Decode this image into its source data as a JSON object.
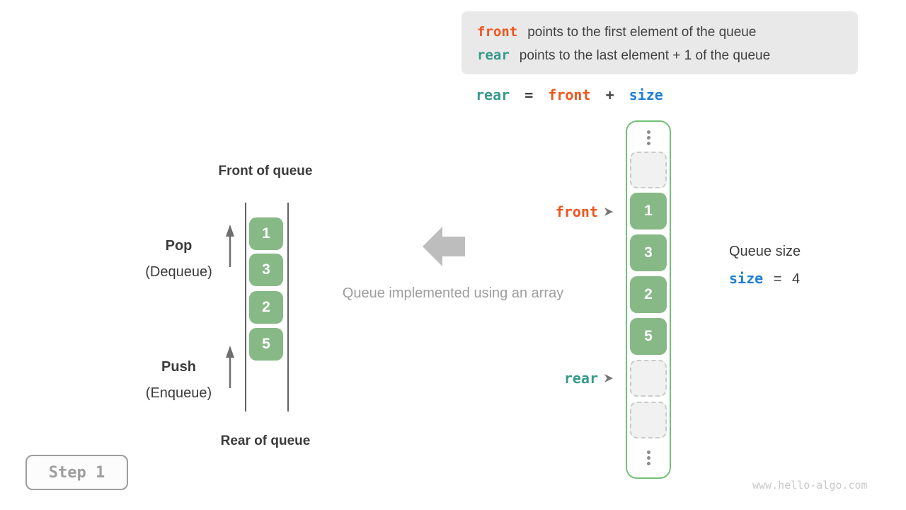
{
  "colors": {
    "front_orange": "#ef561d",
    "rear_teal": "#35998b",
    "size_blue": "#1e7fd6",
    "cell_green": "#87b987",
    "array_border_green": "#74c078",
    "muted_gray": "#9e9e9e",
    "dark_text": "#3b3b3b",
    "info_box_bg": "#e9e9e9"
  },
  "info_box": {
    "lines": [
      {
        "keyword": "front",
        "text": "points to the first element of the queue"
      },
      {
        "keyword": "rear",
        "text": "points to the last element + 1 of the queue"
      }
    ]
  },
  "formula": {
    "lhs": "rear",
    "eq": "=",
    "mid": "front",
    "op": "+",
    "rhs": "size"
  },
  "left_queue": {
    "front_title": "Front of queue",
    "rear_title": "Rear of queue",
    "pop_label": "Pop",
    "pop_sub": "(Dequeue)",
    "push_label": "Push",
    "push_sub": "(Enqueue)",
    "values": [
      "1",
      "3",
      "2",
      "5"
    ]
  },
  "middle": {
    "caption": "Queue implemented using an array"
  },
  "array_view": {
    "front_pointer": "front",
    "rear_pointer": "rear",
    "cells": [
      {
        "type": "ellipsis"
      },
      {
        "type": "empty"
      },
      {
        "type": "filled",
        "value": "1"
      },
      {
        "type": "filled",
        "value": "3"
      },
      {
        "type": "filled",
        "value": "2"
      },
      {
        "type": "filled",
        "value": "5"
      },
      {
        "type": "empty"
      },
      {
        "type": "empty"
      },
      {
        "type": "ellipsis"
      }
    ]
  },
  "queue_size": {
    "title": "Queue size",
    "variable": "size",
    "eq": "=",
    "value": "4"
  },
  "step_badge": "Step 1",
  "watermark": "www.hello-algo.com",
  "icons": {
    "pop_arrow": "up-arrow",
    "push_arrow": "up-arrow",
    "direction_arrow": "left-block-arrow",
    "front_pointer": "right-arrowhead",
    "rear_pointer": "right-arrowhead",
    "ellipsis": "vertical-dots"
  }
}
